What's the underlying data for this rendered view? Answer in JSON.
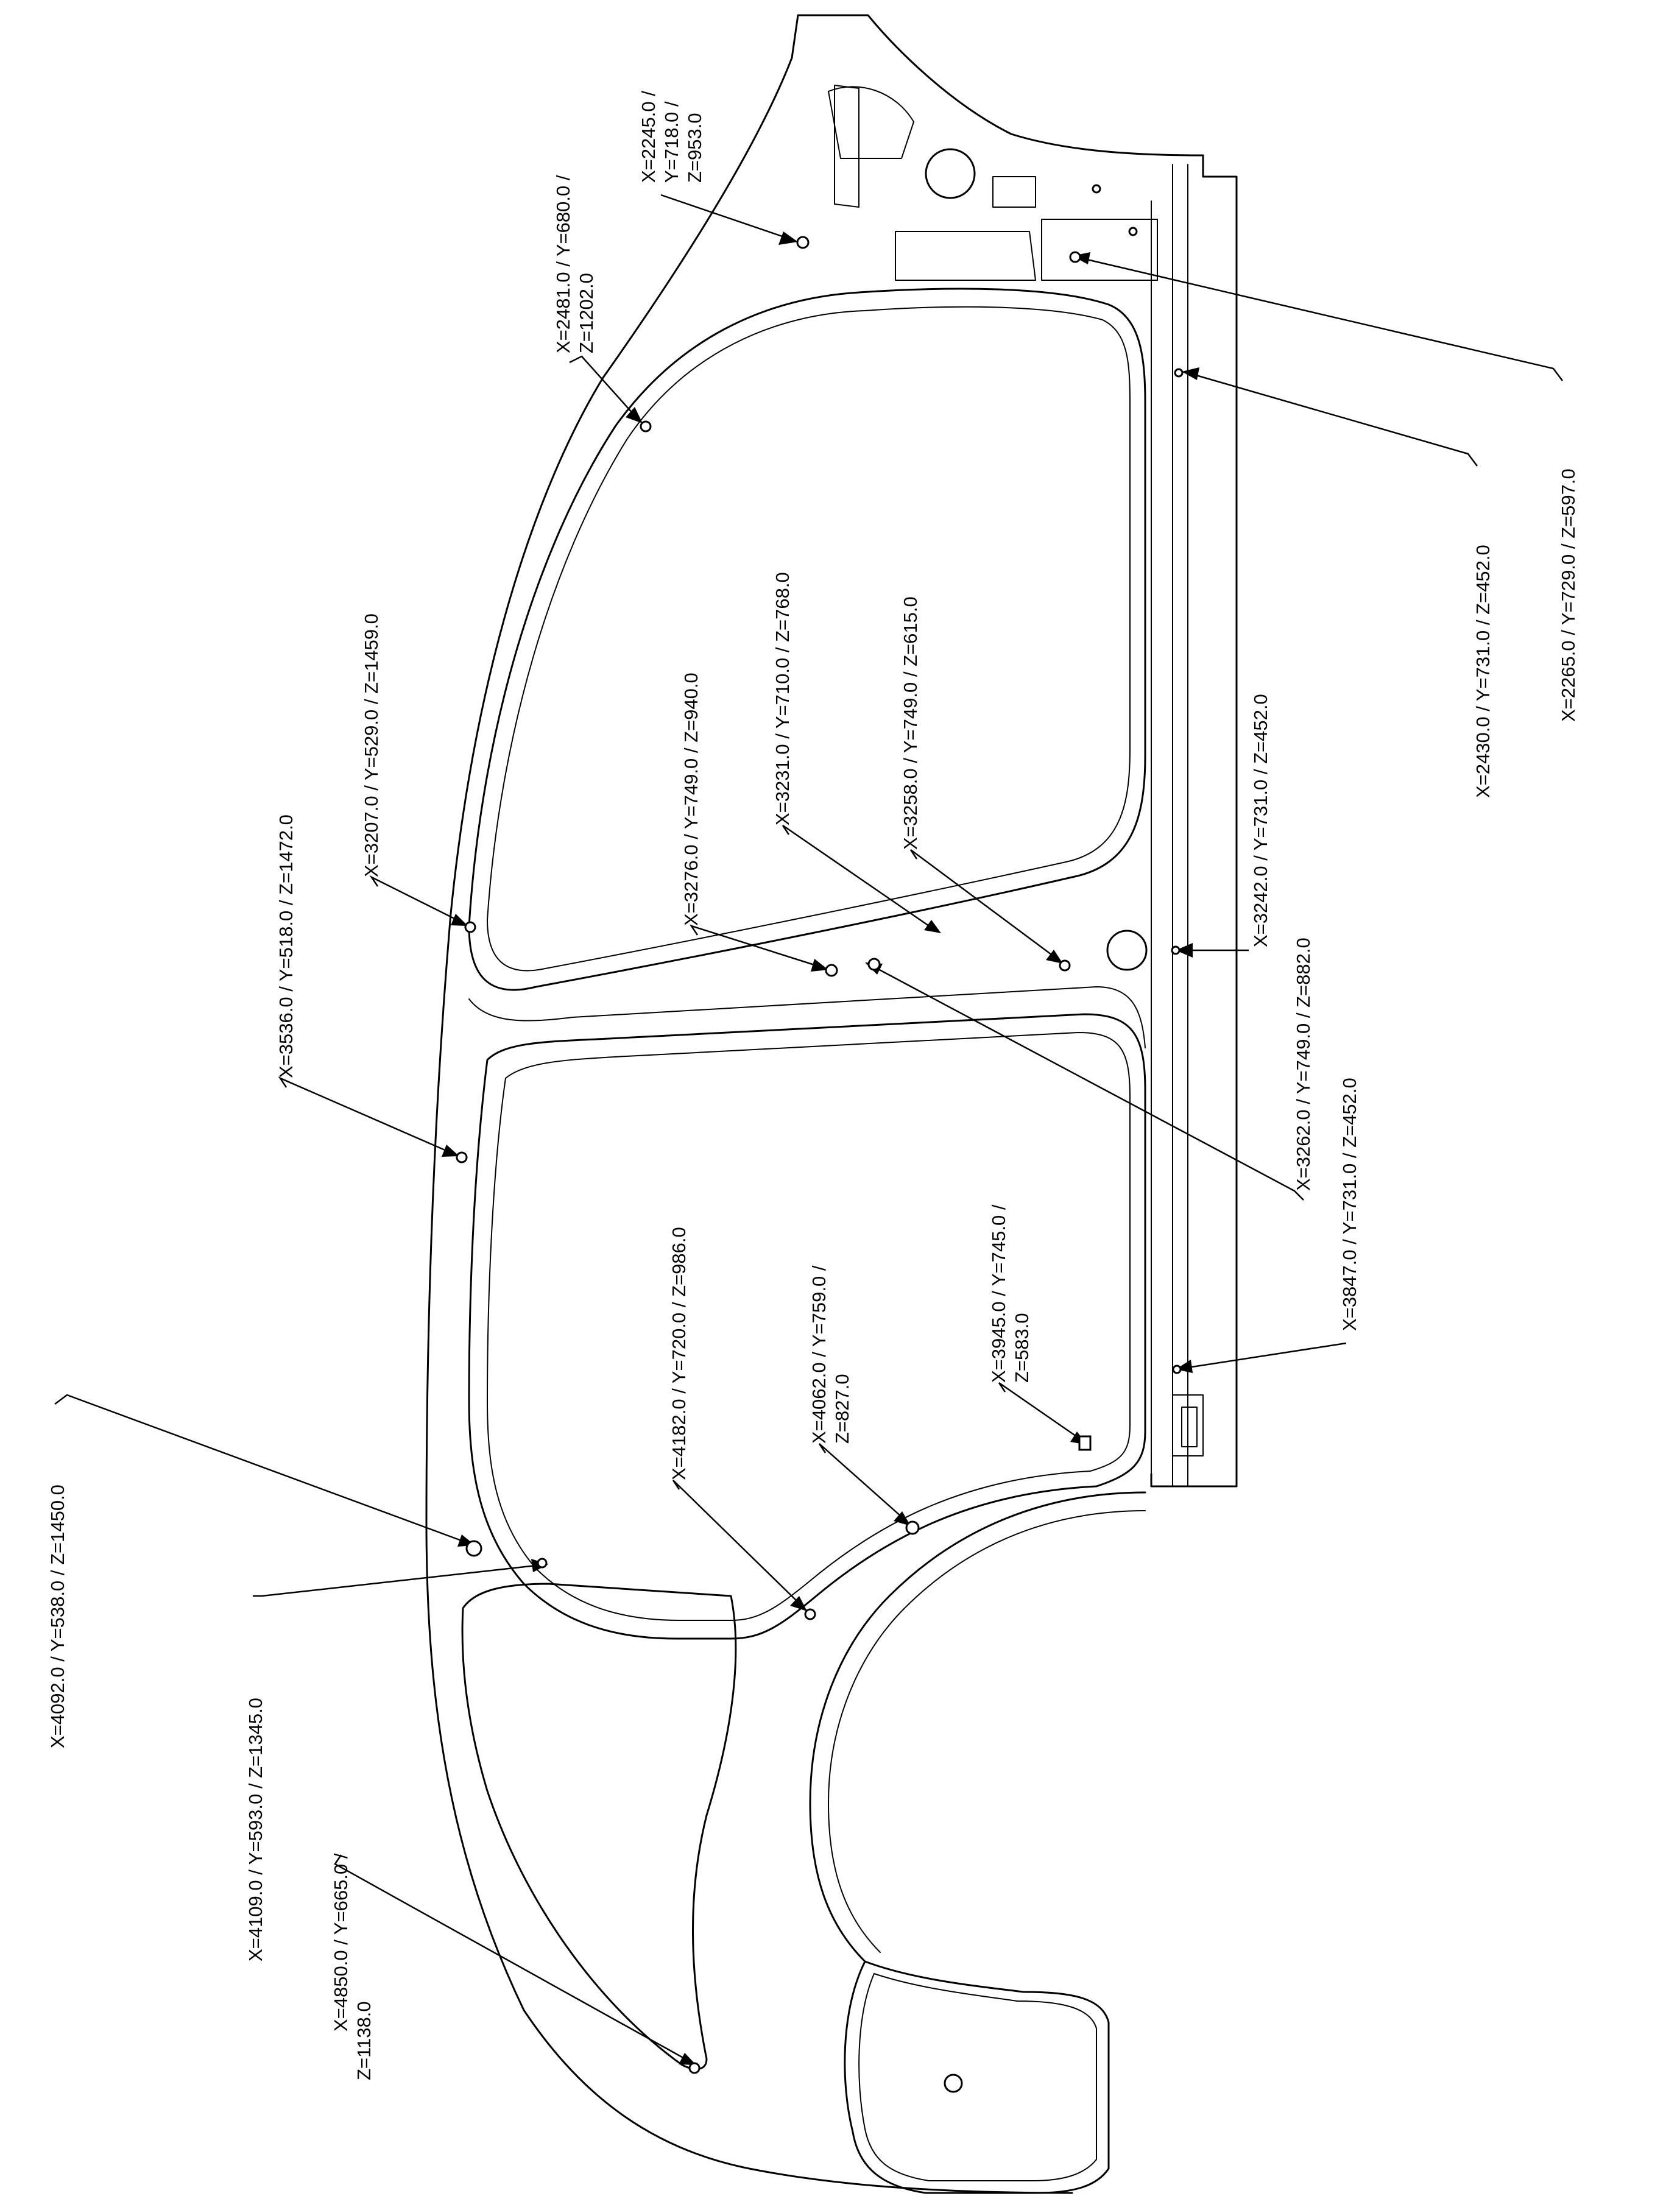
{
  "diagram": {
    "labels": [
      {
        "id": "p2245",
        "lines": [
          "X=2245.0 /",
          "Y=718.0 /",
          "Z=953.0"
        ]
      },
      {
        "id": "p2481",
        "lines": [
          "X=2481.0 / Y=680.0 /",
          "Z=1202.0"
        ]
      },
      {
        "id": "p2265",
        "lines": [
          "X=2265.0 / Y=729.0 / Z=597.0"
        ]
      },
      {
        "id": "p2430",
        "lines": [
          "X=2430.0 / Y=731.0 / Z=452.0"
        ]
      },
      {
        "id": "p3242",
        "lines": [
          "X=3242.0 / Y=731.0 / Z=452.0"
        ]
      },
      {
        "id": "p3258",
        "lines": [
          "X=3258.0 / Y=749.0 / Z=615.0"
        ]
      },
      {
        "id": "p3231",
        "lines": [
          "X=3231.0 / Y=710.0 / Z=768.0"
        ]
      },
      {
        "id": "p3276",
        "lines": [
          "X=3276.0 / Y=749.0 / Z=940.0"
        ]
      },
      {
        "id": "p3207",
        "lines": [
          "X=3207.0 / Y=529.0 / Z=1459.0"
        ]
      },
      {
        "id": "p3536",
        "lines": [
          "X=3536.0 / Y=518.0 / Z=1472.0"
        ]
      },
      {
        "id": "p3262",
        "lines": [
          "X=3262.0 / Y=749.0 / Z=882.0",
          "X=3847.0 / Y=731.0 / Z=452.0"
        ]
      },
      {
        "id": "p3945",
        "lines": [
          "X=3945.0 / Y=745.0 /",
          "Z=583.0"
        ]
      },
      {
        "id": "p4062",
        "lines": [
          "X=4062.0 / Y=759.0 /",
          "Z=827.0"
        ]
      },
      {
        "id": "p4182",
        "lines": [
          "X=4182.0 / Y=720.0 / Z=986.0"
        ]
      },
      {
        "id": "p4092",
        "lines": [
          "X=4092.0 / Y=538.0 / Z=1450.0"
        ]
      },
      {
        "id": "p4109",
        "lines": [
          "X=4109.0 / Y=593.0 / Z=1345.0"
        ]
      },
      {
        "id": "p4850",
        "lines": [
          "X=4850.0 / Y=665.0 /",
          "Z=1138.0"
        ]
      }
    ]
  }
}
